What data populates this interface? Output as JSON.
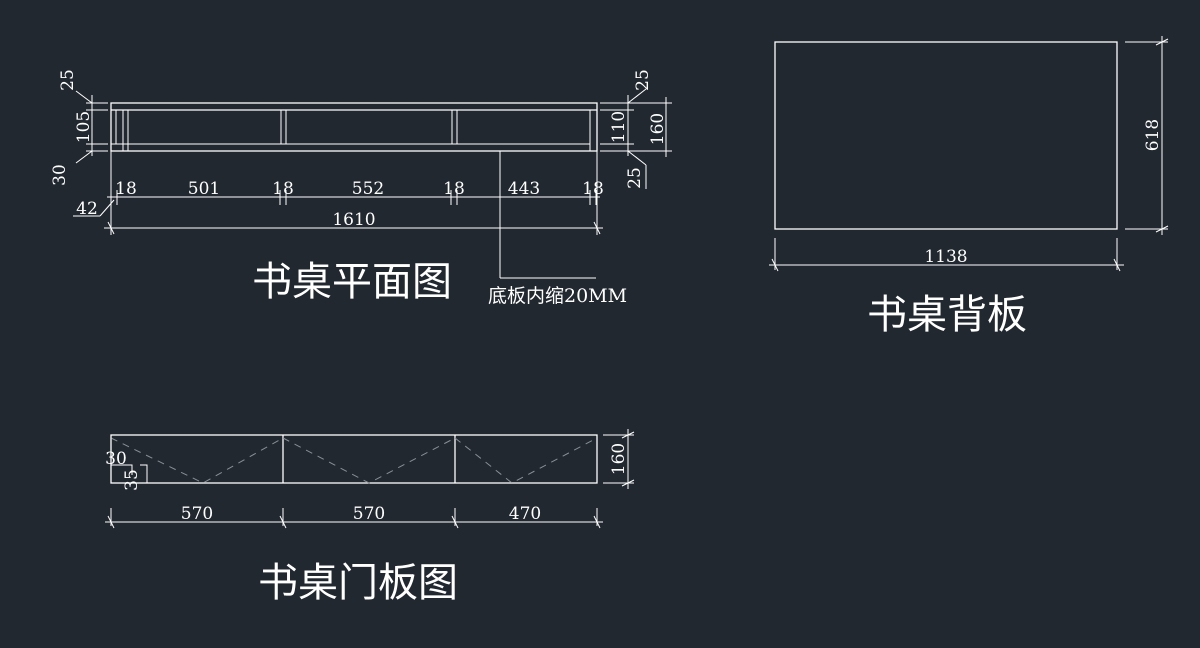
{
  "colors": {
    "background": "#212830",
    "line": "#ffffff",
    "hidden_line": "#8a8f96"
  },
  "plan": {
    "title": "书桌平面图",
    "note": "底板内缩20MM",
    "dims_top": [
      "18",
      "501",
      "18",
      "552",
      "18",
      "443",
      "18"
    ],
    "total": "1610",
    "left_vertical": [
      "25",
      "105",
      "30"
    ],
    "left_offset": "42",
    "right_vertical": [
      "25",
      "110",
      "160",
      "25"
    ]
  },
  "back": {
    "title": "书桌背板",
    "width": "1138",
    "height": "618"
  },
  "door": {
    "title": "书桌门板图",
    "dims": [
      "570",
      "570",
      "470"
    ],
    "height": "160",
    "left_vertical": [
      "30",
      "35"
    ]
  }
}
